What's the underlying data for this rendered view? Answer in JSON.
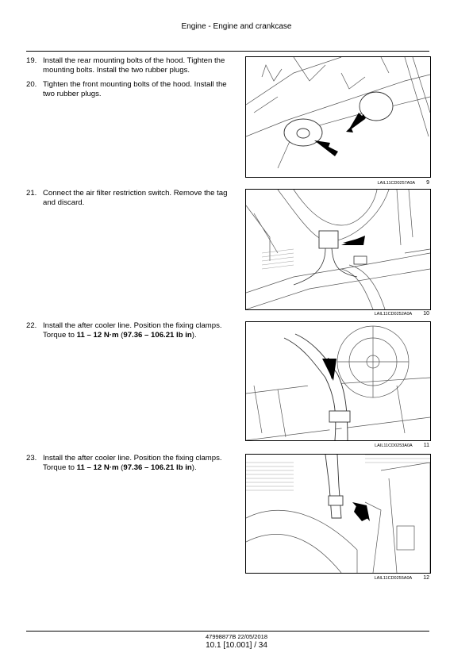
{
  "header": {
    "title": "Engine - Engine and crankcase"
  },
  "steps": [
    {
      "num": "19.",
      "text": "Install the rear mounting bolts of the hood. Tighten the mounting bolts. Install the two rubber plugs."
    },
    {
      "num": "20.",
      "text": "Tighten the front mounting bolts of the hood. Install the two rubber plugs."
    },
    {
      "num": "21.",
      "text": "Connect the air filter restriction switch. Remove the tag and discard."
    },
    {
      "num": "22.",
      "pre": "Install the after cooler line. Position the fixing clamps. Torque to ",
      "torque": "11 – 12 N·m",
      "mid": " (",
      "imperial": "97.36 – 106.21 lb in",
      "post": ")."
    },
    {
      "num": "23.",
      "pre": "Install the after cooler line. Position the fixing clamps. Torque to ",
      "torque": "11 – 12 N·m",
      "mid": " (",
      "imperial": "97.36 – 106.21 lb in",
      "post": ")."
    }
  ],
  "figures": [
    {
      "code": "LAIL11CD0257A0A",
      "num": "9"
    },
    {
      "code": "LAIL11CD0252A0A",
      "num": "10"
    },
    {
      "code": "LAIL11CD0253A0A",
      "num": "11"
    },
    {
      "code": "LAIL11CD0255A0A",
      "num": "12"
    }
  ],
  "footer": {
    "doc": "47998877B 22/05/2018",
    "page": "10.1 [10.001] / 34"
  }
}
